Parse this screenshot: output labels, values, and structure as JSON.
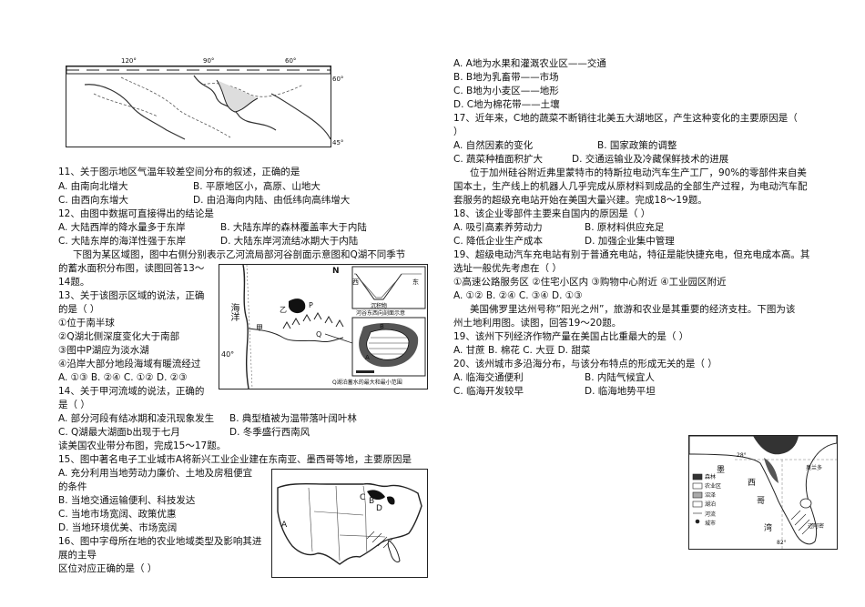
{
  "figures": {
    "top_map": {
      "lon_labels": [
        "120°",
        "90°",
        "60°"
      ],
      "lat_labels": [
        "60°",
        "45°"
      ]
    },
    "river_map": {
      "labels": {
        "n": "N",
        "ocean": "海洋",
        "a": "A",
        "b": "B",
        "c": "乙",
        "p": "P",
        "q": "Q",
        "m": "甲",
        "lat": "40°",
        "west": "西",
        "east": "东"
      },
      "caption1": "沉积物",
      "caption2": "河谷东西向剖面示意",
      "caption3": "Q湖泊蓄水的最大和最小范围"
    },
    "us_map": {
      "labels": {
        "a": "A",
        "b": "B",
        "c": "C",
        "d": "D"
      }
    },
    "florida_map": {
      "labels": {
        "mexico": "墨",
        "west": "西",
        "ge": "哥",
        "wan": "湾",
        "lat": "28°",
        "lon": "82°",
        "city": "奥兰多",
        "keys": "迈阿密"
      },
      "legend": [
        "森林",
        "农业区",
        "沼泽",
        "湖泊",
        "河流",
        "城市"
      ]
    }
  },
  "left": {
    "q11": "11、关于图示地区气温年较差空间分布的叙述，正确的是",
    "q11_a": "A. 由南向北增大",
    "q11_b": "B. 平原地区小，高原、山地大",
    "q11_c": "C. 由西向东增大",
    "q11_d": "D. 由沿海向内陆、由低纬向高纬增大",
    "q12": "12、由图中数据可直接得出的结论是",
    "q12_a": "A. 大陆西岸的降水量多于东岸",
    "q12_b": "B. 大陆东岸的森林覆盖率大于内陆",
    "q12_c": "C. 大陆东岸的海洋性强于东岸",
    "q12_d": "D. 大陆东岸河流结冰期大于内陆",
    "intro13_1": "下图为某区域图，图中右侧分别表示乙河流局部河谷剖面示意图和Q湖不同季节",
    "intro13_2": "的蓄水面积分布图，读图回答13～",
    "intro13_3": "14题。",
    "q13_1": "13、关于该图示区域的说法，正确",
    "q13_2": "的是（   ）",
    "q13_o1": "①位于南半球",
    "q13_o2": "②Q湖北侧深度变化大于南部",
    "q13_o3": "③图中P湖应为淡水湖",
    "q13_o4": "④沿岸大部分地段海域有暖流经过",
    "q13_opts": "A. ①③   B. ②④   C. ①②   D. ②③",
    "q14_1": "14、关于甲河流域的说法，正确的",
    "q14_2": "是（   ）",
    "q14_a": "A. 部分河段有结冰期和凌汛现象发生",
    "q14_b": "B. 典型植被为温带落叶阔叶林",
    "q14_c": "C. Q湖最大湖面b出现于七月",
    "q14_d": "D. 冬季盛行西南风",
    "intro15": "读美国农业带分布图，完成15～17题。",
    "q15_1": "15、图中著名电子工业城市A将新兴工业企业建在东南亚、墨西哥等地，主要原因是",
    "q15_2": "A. 充分利用当地劳动力廉价、土地及房租便宜",
    "q15_3": "的条件",
    "q15_b": "B. 当地交通运输便利、科技发达",
    "q15_c": "C. 当地市场宽阔、政策优惠",
    "q15_d": "D. 当地环境优美、市场宽阔",
    "q16_1": "16、图中字母所在地的农业地域类型及影响其进",
    "q16_2": "展的主导",
    "q16_3": "区位对应正确的是（   ）"
  },
  "right": {
    "q16_a": "A. A地为水果和灌溉农业区——交通",
    "q16_b": "B. B地为乳畜带——市场",
    "q16_c": "C. B地为小麦区——地形",
    "q16_d": "D. C地为棉花带——土壤",
    "q17": "17、近年来，C地的蔬菜不断销往北美五大湖地区，产生这种变化的主要原因是（",
    "q17_2": "）",
    "q17_a": "A. 自然因素的变化",
    "q17_b": "B. 国家政策的调整",
    "q17_c": "C. 蔬菜种植面积扩大",
    "q17_d": "D. 交通运输业及冷藏保鲜技术的进展",
    "intro18_1": "位于加州硅谷附近弗里蒙特市的特斯拉电动汽车生产工厂，90%的零部件来自美",
    "intro18_2": "国本土，生产线上的机器人几乎完成从原材料到成品的全部生产过程，为电动汽车配",
    "intro18_3": "套服务的超级充电站开始在美国大量兴建。完成18～19题。",
    "q18": "18、该企业零部件主要来自国内的原因是（     ）",
    "q18_a": "A. 吸引高素养劳动力",
    "q18_b": "B. 原材料供应充足",
    "q18_c": "C. 降低企业生产成本",
    "q18_d": "D. 加强企业集中管理",
    "q19_1": "19、超级电动汽车充电站有别于普通充电站，特征是能快捷充电，但充电成本高。其",
    "q19_2": "选址一般优先考虑在（     ）",
    "q19_o": "①高速公路服务区  ②住宅小区内  ③购物中心附近  ④工业园区附近",
    "q19_opts": "A. ①②   B. ②④   C. ③④   D. ①③",
    "intro20_1": "美国佛罗里达州号称“阳光之州”，旅游和农业是其重要的经济支柱。下图为该",
    "intro20_2": "州土地利用图。读图，回答19～20题。",
    "q19b": "19、该州下列经济作物产量在美国占比重最大的是（     ）",
    "q19b_opts": "A. 甘蔗   B. 棉花   C. 大豆   D. 甜菜",
    "q20": "20、该州城市多沿海分布，与该分布特点的形成无关的是（     ）",
    "q20_a": "A. 临海交通便利",
    "q20_b": "B. 内陆气候宜人",
    "q20_c": "C. 临海开发较早",
    "q20_d": "D. 临海地势平坦"
  }
}
